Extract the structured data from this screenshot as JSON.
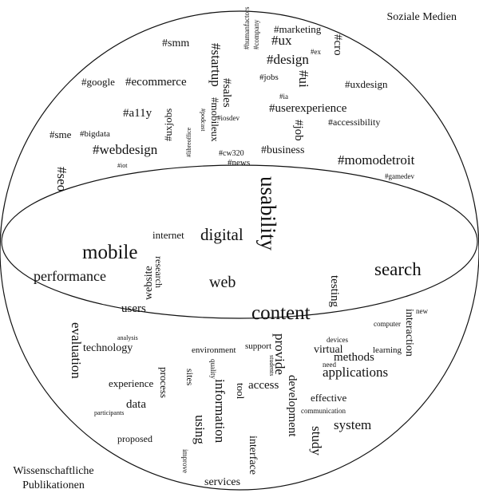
{
  "labels": {
    "social_media": "Soziale Medien",
    "scientific_line1": "Wissenschaftliche",
    "scientific_line2": "Publikationen"
  },
  "colors": {
    "ink": "#111111",
    "background": "#ffffff"
  },
  "social_terms": [
    "#humanfactors",
    "#company",
    "#marketing",
    "#ux",
    "#smm",
    "#startup",
    "#design",
    "#ex",
    "#cro",
    "#jobs",
    "#ui",
    "#google",
    "#ecommerce",
    "#sales",
    "#uxdesign",
    "#ia",
    "#userexperience",
    "#a11y",
    "#uxjobs",
    "#mobileux",
    "#podcast",
    "#iosdev",
    "#job",
    "#accessibility",
    "#sme",
    "#bigdata",
    "#libreoffice",
    "#webdesign",
    "#business",
    "#cw320",
    "#news",
    "#momodetroit",
    "#iot",
    "#gamedev",
    "#seo"
  ],
  "shared_terms": [
    "usability",
    "digital",
    "internet",
    "mobile",
    "performance",
    "research",
    "website",
    "web",
    "search",
    "testing",
    "users",
    "content"
  ],
  "scientific_terms": [
    "new",
    "computer",
    "interaction",
    "analysis",
    "technology",
    "evaluation",
    "environment",
    "support",
    "devices",
    "learning",
    "provide",
    "virtual",
    "methods",
    "need",
    "quality",
    "students",
    "process",
    "applications",
    "experience",
    "sites",
    "access",
    "information",
    "data",
    "tool",
    "effective",
    "participants",
    "communication",
    "development",
    "system",
    "using",
    "proposed",
    "study",
    "interface",
    "improve",
    "services"
  ]
}
